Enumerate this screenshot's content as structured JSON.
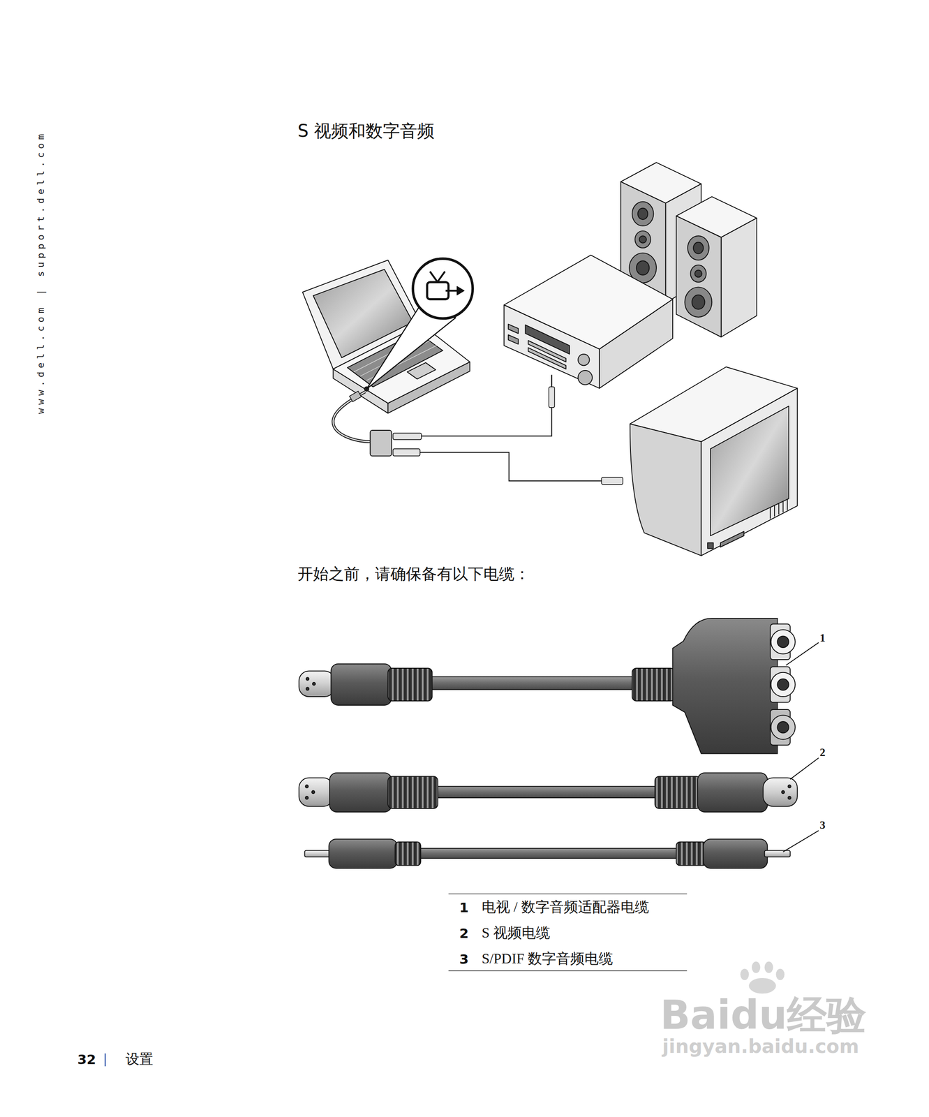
{
  "diagram": {
    "title": "S 视频和数字音频",
    "labels": [
      "www.dell.com | support.dell.com",
      "开始之前，请确保备有以下电缆：",
      "1",
      "2",
      "3",
      "1",
      "电视 / 数字音频适配器电缆",
      "2",
      "S 视频电缆",
      "3",
      "S/PDIF 数字音频电缆",
      "32",
      "设置",
      "Baidu经验",
      "jingyan.baidu.com"
    ]
  }
}
